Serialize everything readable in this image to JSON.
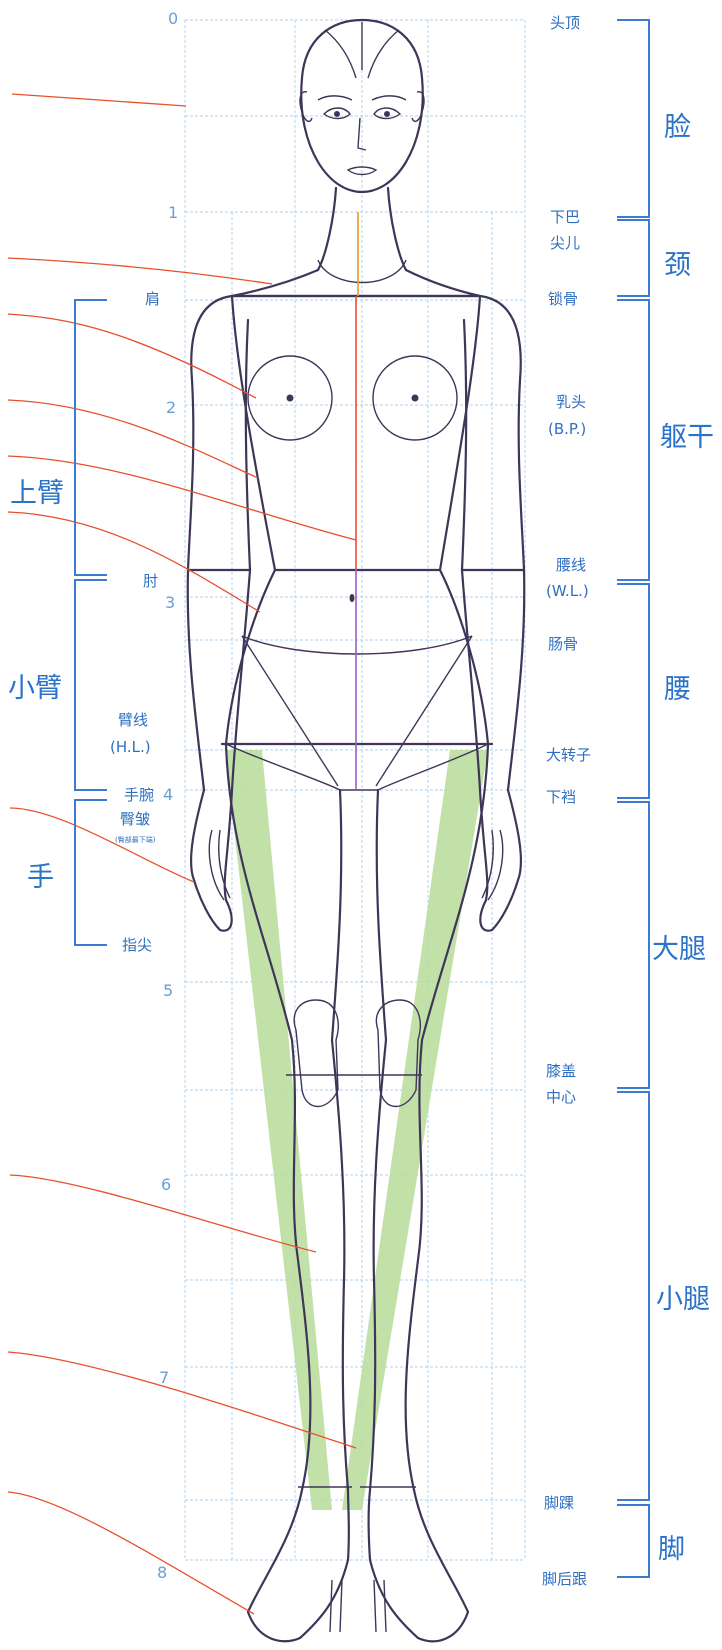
{
  "scale_numbers": [
    "0",
    "1",
    "2",
    "3",
    "4",
    "5",
    "6",
    "7",
    "8"
  ],
  "left_labels": {
    "shoulder": "肩",
    "elbow": "肘",
    "arm_line": "臂线",
    "arm_line_abbr": "(H.L.)",
    "wrist": "手腕",
    "hip_fold": "臀皱",
    "hip_fold_note": "(臀部最下端)",
    "fingertip": "指尖"
  },
  "left_groups": {
    "upper_arm": "上臂",
    "forearm": "小臂",
    "hand": "手"
  },
  "right_labels": {
    "head_top": "头顶",
    "chin_1": "下巴",
    "chin_2": "尖儿",
    "collarbone": "锁骨",
    "nipple": "乳头",
    "bp": "(B.P.)",
    "waistline": "腰线",
    "wl": "(W.L.)",
    "hip_bone": "肠骨",
    "trochanter": "大转子",
    "crotch": "下裆",
    "knee_1": "膝盖",
    "knee_2": "中心",
    "ankle": "脚踝",
    "heel": "脚后跟"
  },
  "right_groups": {
    "face": "脸",
    "neck": "颈",
    "torso": "躯干",
    "waist": "腰",
    "thigh": "大腿",
    "calf": "小腿",
    "foot": "脚"
  }
}
